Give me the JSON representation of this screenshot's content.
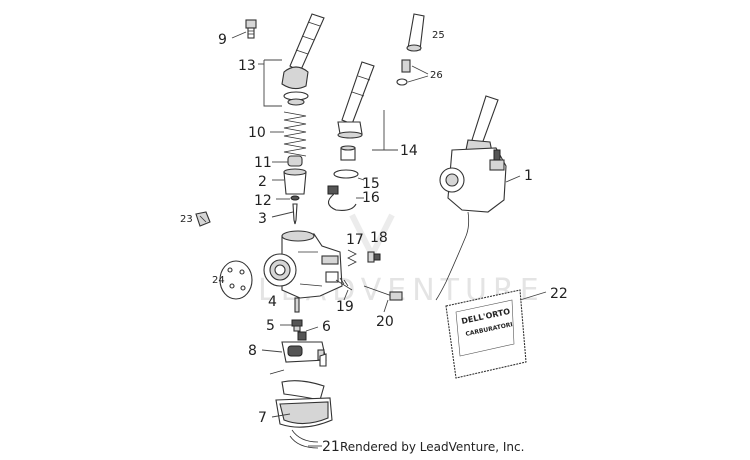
{
  "watermark": "LEADVENTURE",
  "credit": "Rendered by LeadVenture, Inc.",
  "callouts": {
    "c1": "1",
    "c2": "2",
    "c3": "3",
    "c4": "4",
    "c5": "5",
    "c6": "6",
    "c7": "7",
    "c8": "8",
    "c9": "9",
    "c10": "10",
    "c11": "11",
    "c12": "12",
    "c13": "13",
    "c14": "14",
    "c15": "15",
    "c16": "16",
    "c17": "17",
    "c18": "18",
    "c19": "19",
    "c20": "20",
    "c21": "21",
    "c22": "22",
    "c23": "23",
    "c24": "24",
    "c25": "25",
    "c26": "26"
  },
  "kit_bag": {
    "brand": "DELL'ORTO",
    "label": "CARBURATORI"
  }
}
